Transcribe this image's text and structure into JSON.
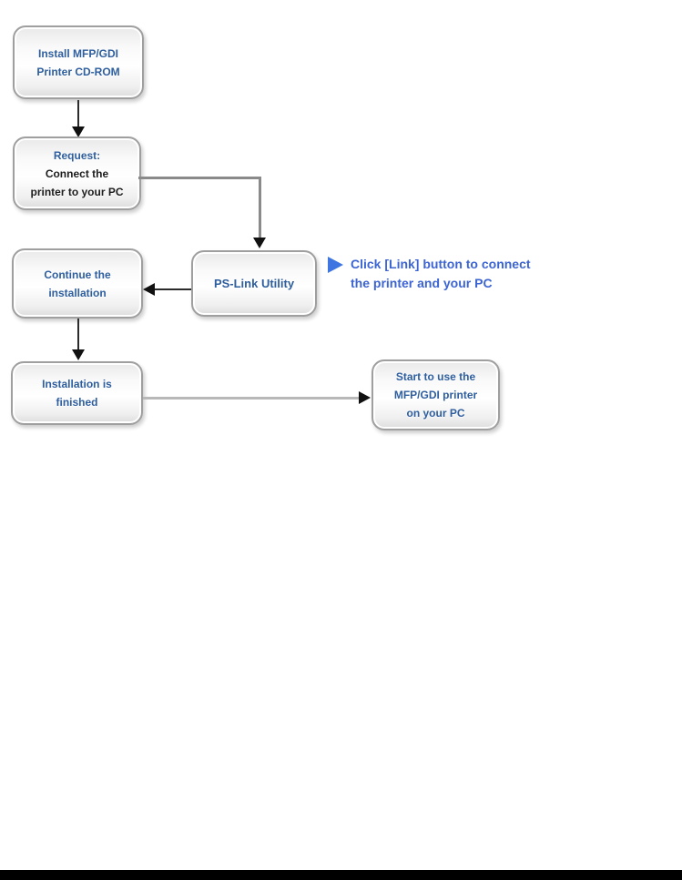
{
  "colors": {
    "box_text_blue": "#2e5e9e",
    "box_border_gray": "#9f9f9f",
    "annotation_text_blue": "#3c64d2",
    "annotation_pointer_blue": "#3f75e0",
    "connector_gray": "#8a8a8a",
    "light_connector_gray": "#b8b8b8",
    "arrowhead_black": "#111111",
    "footer_bar_black": "#000000",
    "background": "#ffffff"
  },
  "flowchart": {
    "boxes": [
      {
        "id": "install-cdrom",
        "label": "Install MFP/GDI\nPrinter CD-ROM"
      },
      {
        "id": "request-connect",
        "title": "Request:",
        "label": "Connect the\nprinter to your PC"
      },
      {
        "id": "pslink-utility",
        "label": "PS-Link Utility"
      },
      {
        "id": "continue-installation",
        "label": "Continue the\ninstallation"
      },
      {
        "id": "installation-finished",
        "label": "Installation is\nfinished"
      },
      {
        "id": "start-to-use",
        "label": "Start to use the\nMFP/GDI printer\non your PC"
      }
    ],
    "annotation": {
      "pointer_icon": "right-arrow-triangle",
      "text": "Click [Link] button to connect\nthe printer and your PC"
    }
  }
}
